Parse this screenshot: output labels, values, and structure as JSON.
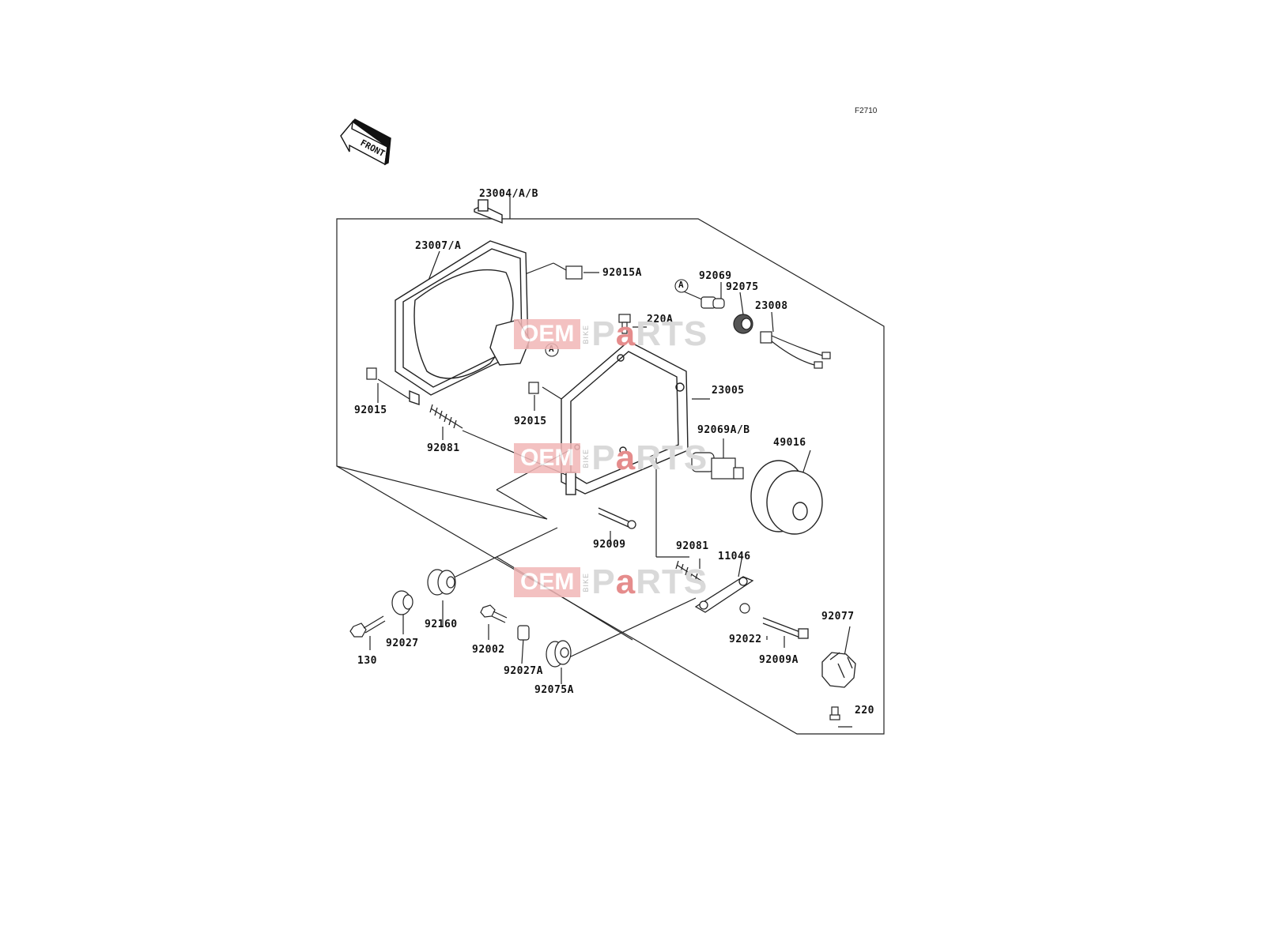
{
  "figure_code": "F2710",
  "front_marker": "FRONT",
  "callouts": {
    "c23004": "23004/A/B",
    "c23007": "23007/A",
    "c92015A": "92015A",
    "c92015_left": "92015",
    "c92015_mid": "92015",
    "c92081_left": "92081",
    "c92069": "92069",
    "c92075": "92075",
    "c23008": "23008",
    "c220A": "220A",
    "c23005": "23005",
    "c92069AB": "92069A/B",
    "c49016": "49016",
    "c92009": "92009",
    "c92081_right": "92081",
    "c11046": "11046",
    "c92160": "92160",
    "c92027": "92027",
    "c130": "130",
    "c92002": "92002",
    "c92027A": "92027A",
    "c92075A": "92075A",
    "c92022": "92022",
    "c92009A": "92009A",
    "c92077": "92077",
    "c220": "220"
  },
  "connector_ref": "A",
  "watermark": {
    "oem": "OEM",
    "bike": "BIKE",
    "parts_p": "P",
    "parts_a": "a",
    "parts_rest": "RTS"
  }
}
